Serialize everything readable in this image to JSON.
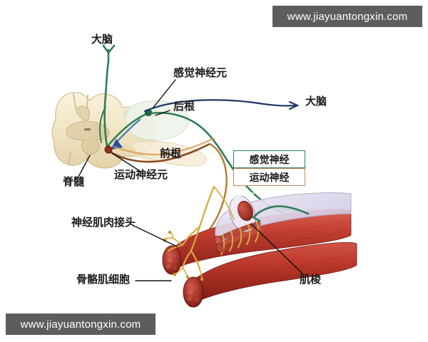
{
  "figure": {
    "title": "Reflex arc / spinal cord and skeletal muscle innervation diagram",
    "background_color": "#ffffff"
  },
  "watermarks": [
    {
      "text": "www.jiayuantongxin.com",
      "position": "top-right"
    },
    {
      "text": "www.jiayuantongxin.com",
      "position": "bottom-left"
    }
  ],
  "labels": {
    "brain_left": "大脑",
    "brain_right": "大脑",
    "sensory_neuron": "感觉神经元",
    "dorsal_root": "后根",
    "ventral_root": "前根",
    "motor_neuron": "运动神经元",
    "spinal_cord": "脊髓",
    "neuromuscular_junction": "神经肌肉接头",
    "skeletal_muscle_cell": "骨骼肌细胞",
    "muscle_spindle": "肌梭"
  },
  "legend": {
    "sensory_nerve": "感觉神经",
    "motor_nerve": "运动神经",
    "sensory_color": "#2f7d55",
    "motor_color": "#8a4a22"
  },
  "colors": {
    "sensory_green": "#2f7d55",
    "motor_brown": "#8a4a22",
    "motor_orange": "#d79a54",
    "ascending_navy": "#1f3864",
    "arrow_blue": "#2c4fa8",
    "spinal_cord_fill": "#f2e6c8",
    "gray_matter": "#e3d3ac",
    "muscle_red": "#c0392b",
    "muscle_red_dark": "#8e2a20",
    "nerve_yellow": "#d8a83c",
    "spindle_sheath": "#d8d2e8",
    "label_text": "#1a1a1a",
    "watermark_bg": "#5d5d5d",
    "watermark_text": "#ffffff"
  }
}
